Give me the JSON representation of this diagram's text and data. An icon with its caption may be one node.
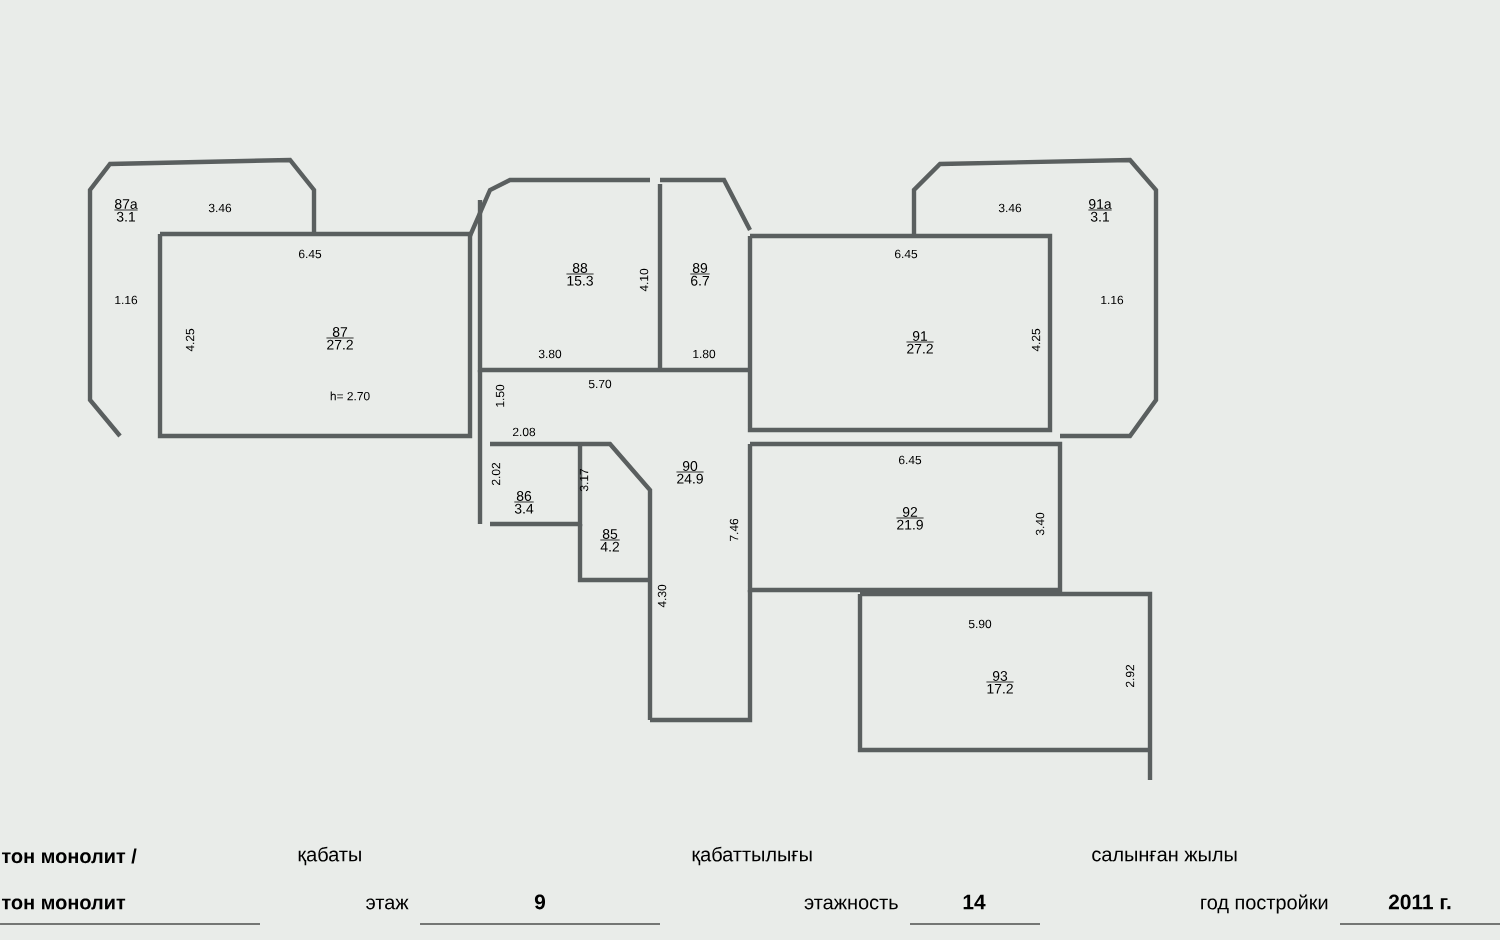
{
  "diagram": {
    "nodes": [
      {
        "text": [
          "87a",
          "3.1"
        ]
      },
      {
        "text": [
          "88",
          "15.3"
        ]
      },
      {
        "text": [
          "89",
          "6.7"
        ]
      },
      {
        "text": [
          "91a",
          "3.1"
        ]
      },
      {
        "text": [
          "87",
          "27.2"
        ]
      },
      {
        "text": [
          "91",
          "27.2"
        ]
      },
      {
        "text": [
          "90",
          "24.9"
        ]
      },
      {
        "text": [
          "86",
          "3.4"
        ]
      },
      {
        "text": [
          "92",
          "21.9"
        ]
      },
      {
        "text": [
          "85",
          "4.2"
        ]
      },
      {
        "text": [
          "93",
          "17.2"
        ]
      }
    ],
    "labels": [
      "3.46",
      "3.46",
      "6.45",
      "6.45",
      "4.10",
      "1.16",
      "1.16",
      "4.25",
      "4.25",
      "3.80",
      "1.80",
      "5.70",
      "h= 2.70",
      "1.50",
      "2.08",
      "6.45",
      "2.02",
      "3.17",
      "7.46",
      "3.40",
      "4.30",
      "5.90",
      "2.92",
      "тон монолит /",
      "қабаты",
      "қабаттылығы",
      "салынған жылы",
      "тон монолит",
      "этаж",
      "9",
      "этажность",
      "14",
      "год постройки",
      "2011 г."
    ]
  }
}
